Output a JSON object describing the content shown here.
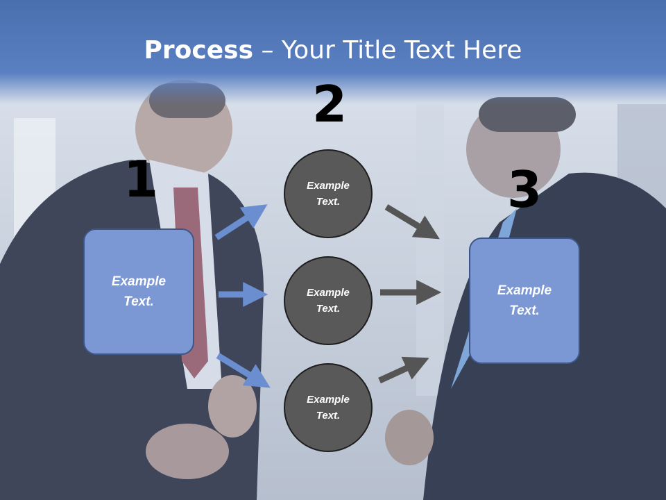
{
  "title": {
    "bold": "Process",
    "rest": " – Your Title Text Here"
  },
  "steps": [
    "1",
    "2",
    "3"
  ],
  "left_box": {
    "text": "Example Text."
  },
  "right_box": {
    "text": "Example Text."
  },
  "circles": [
    {
      "text": "Example Text."
    },
    {
      "text": "Example Text."
    },
    {
      "text": "Example Text."
    }
  ],
  "colors": {
    "header": "#4a6fae",
    "box_fill": "#7b97d4",
    "circle_fill": "#595959",
    "arrow_blue": "#6a8ed0",
    "arrow_gray": "#555555"
  }
}
